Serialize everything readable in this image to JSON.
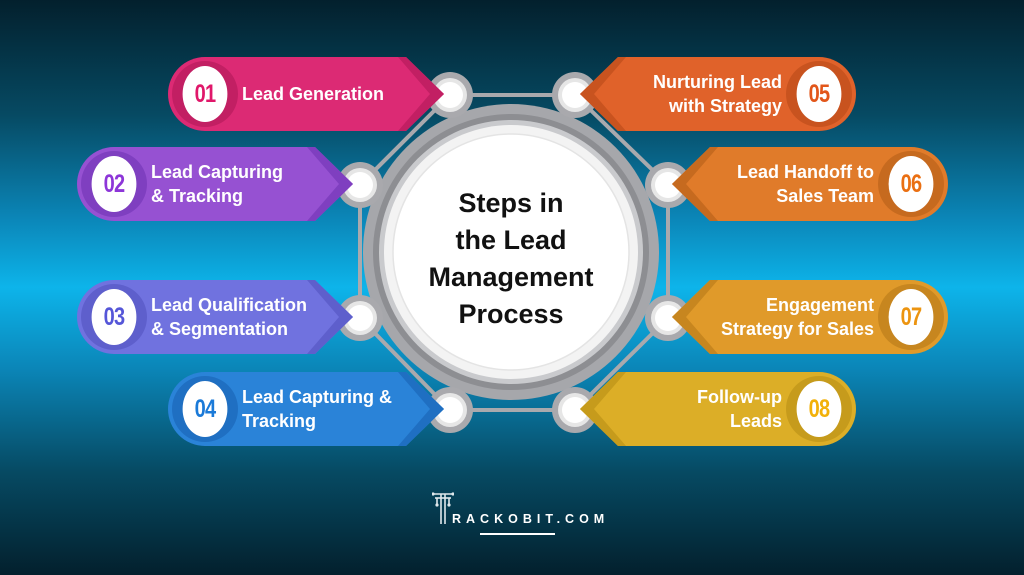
{
  "diagram": {
    "title": "Steps in the Lead Management Process",
    "title_lines": [
      "Steps in",
      "the Lead",
      "Management",
      "Process"
    ],
    "steps": [
      {
        "num": "01",
        "lines": [
          "Lead Generation"
        ],
        "color": "#dc2a74",
        "dark": "#c21f63",
        "numColor": "#e0176a",
        "side": "left"
      },
      {
        "num": "02",
        "lines": [
          "Lead Capturing",
          "& Tracking"
        ],
        "color": "#9651d2",
        "dark": "#7f3fc0",
        "numColor": "#8d36d8",
        "side": "left"
      },
      {
        "num": "03",
        "lines": [
          "Lead Qualification",
          "& Segmentation"
        ],
        "color": "#7072df",
        "dark": "#5e5fcc",
        "numColor": "#5556d8",
        "side": "left"
      },
      {
        "num": "04",
        "lines": [
          "Lead Capturing &",
          "Tracking"
        ],
        "color": "#2a83d8",
        "dark": "#1f6fc2",
        "numColor": "#1b7ad8",
        "side": "left"
      },
      {
        "num": "05",
        "lines": [
          "Nurturing Lead",
          "with Strategy"
        ],
        "color": "#e0622a",
        "dark": "#c8531f",
        "numColor": "#e2561a",
        "side": "right"
      },
      {
        "num": "06",
        "lines": [
          "Lead Handoff to",
          "Sales Team"
        ],
        "color": "#e07b2a",
        "dark": "#c66a1f",
        "numColor": "#ea6f12",
        "side": "right"
      },
      {
        "num": "07",
        "lines": [
          "Engagement",
          "Strategy for Sales"
        ],
        "color": "#e09a2a",
        "dark": "#c7861f",
        "numColor": "#ec9410",
        "side": "right"
      },
      {
        "num": "08",
        "lines": [
          "Follow-up",
          "Leads"
        ],
        "color": "#dcae27",
        "dark": "#c69b1c",
        "numColor": "#f2b10a",
        "side": "right"
      }
    ]
  },
  "branding": {
    "logo_text": "RACKOBIT.COM",
    "logo_initial": "T"
  },
  "icons": {
    "logo_mark": "circuit-t-logo-icon",
    "node": "connector-node-icon"
  }
}
